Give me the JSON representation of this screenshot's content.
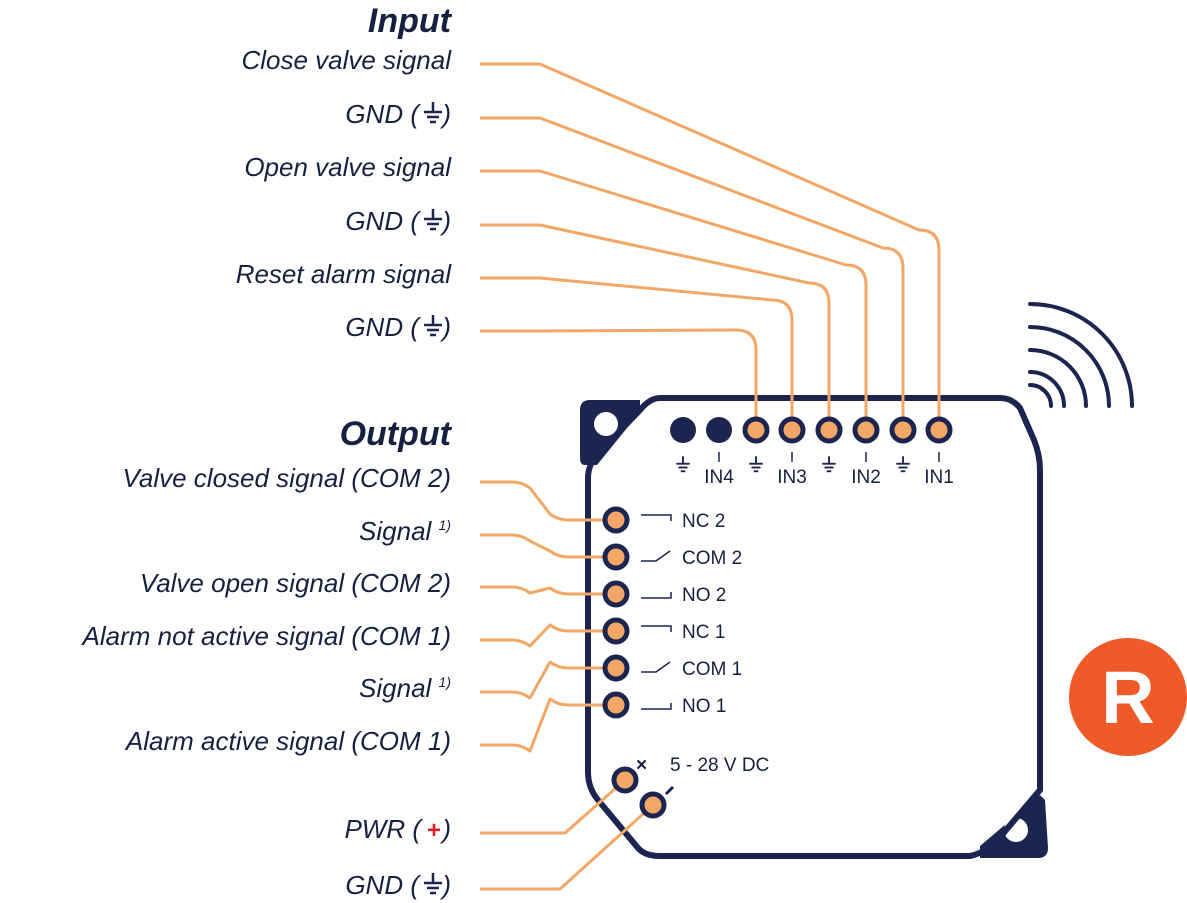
{
  "headings": {
    "input": "Input",
    "output": "Output"
  },
  "input_labels": [
    {
      "text": "Close valve signal",
      "ground_symbol": false
    },
    {
      "text": "GND (",
      "ground_symbol": true,
      "suffix": ")"
    },
    {
      "text": "Open valve signal",
      "ground_symbol": false
    },
    {
      "text": "GND (",
      "ground_symbol": true,
      "suffix": ")"
    },
    {
      "text": "Reset alarm signal",
      "ground_symbol": false
    },
    {
      "text": "GND (",
      "ground_symbol": true,
      "suffix": ")"
    }
  ],
  "output_labels": [
    {
      "text": "Valve closed signal (COM 2)"
    },
    {
      "text": "Signal ",
      "superscript": "1)"
    },
    {
      "text": "Valve open signal (COM 2)"
    },
    {
      "text": "Alarm not active signal (COM 1)"
    },
    {
      "text": "Signal ",
      "superscript": "1)"
    },
    {
      "text": "Alarm active signal (COM 1)"
    }
  ],
  "power_labels": [
    {
      "text": "PWR (",
      "plus_symbol": "+",
      "suffix": ")"
    },
    {
      "text": "GND (",
      "ground_symbol": true,
      "suffix": ")"
    }
  ],
  "top_terminals": [
    "⏚",
    "IN4",
    "⏚",
    "IN3",
    "⏚",
    "IN2",
    "⏚",
    "IN1"
  ],
  "relay_terminals": [
    "NC 2",
    "COM 2",
    "NO 2",
    "NC 1",
    "COM 1",
    "NO 1"
  ],
  "power_terminal": {
    "voltage": "5 - 28 V DC",
    "plus_mark": "+",
    "minus_mark": "−"
  },
  "badge": {
    "letter": "R",
    "color": "#f05a28"
  },
  "colors": {
    "navy": "#1b2550",
    "wire": "#f2a766",
    "plus_red": "#e31e24"
  },
  "icons": [
    "wireless-signal-icon",
    "ground-icon",
    "mounting-hole-icon"
  ]
}
